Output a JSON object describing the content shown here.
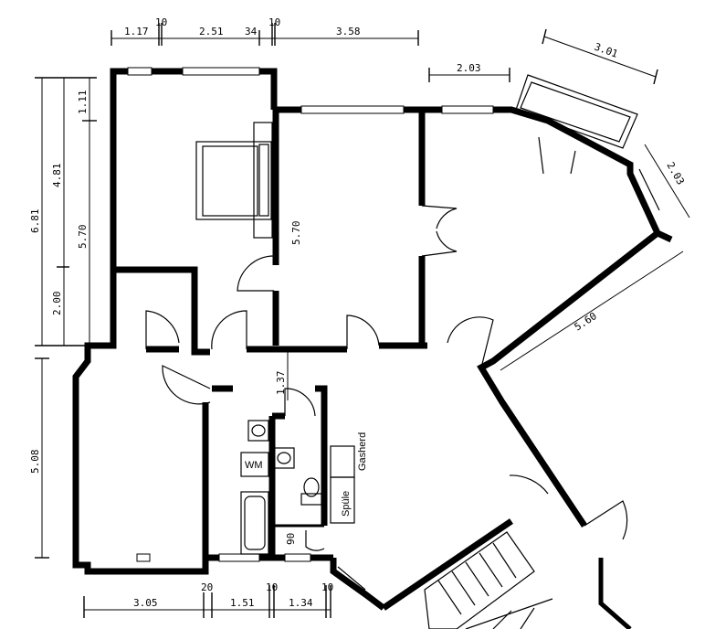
{
  "dimensions": {
    "top": [
      "1.17",
      "10",
      "2.51",
      "34",
      "10",
      "3.58"
    ],
    "balcony_width": "3.01",
    "balcony_offset": "2.03",
    "bay_side": "2.03",
    "left_outer": [
      "6.81",
      "4.81",
      "1.11",
      "5.70",
      "2.00"
    ],
    "room_middle_height": "5.70",
    "diagonal_room": "5.60",
    "hall": "1.37",
    "left_lower": "5.08",
    "bottom": [
      "3.05",
      "20",
      "1.51",
      "10",
      "1.34",
      "10"
    ],
    "wc_depth": "90"
  },
  "fixtures": {
    "washing_machine": "WM",
    "stove": "Gasherd",
    "sink": "Spüle"
  }
}
